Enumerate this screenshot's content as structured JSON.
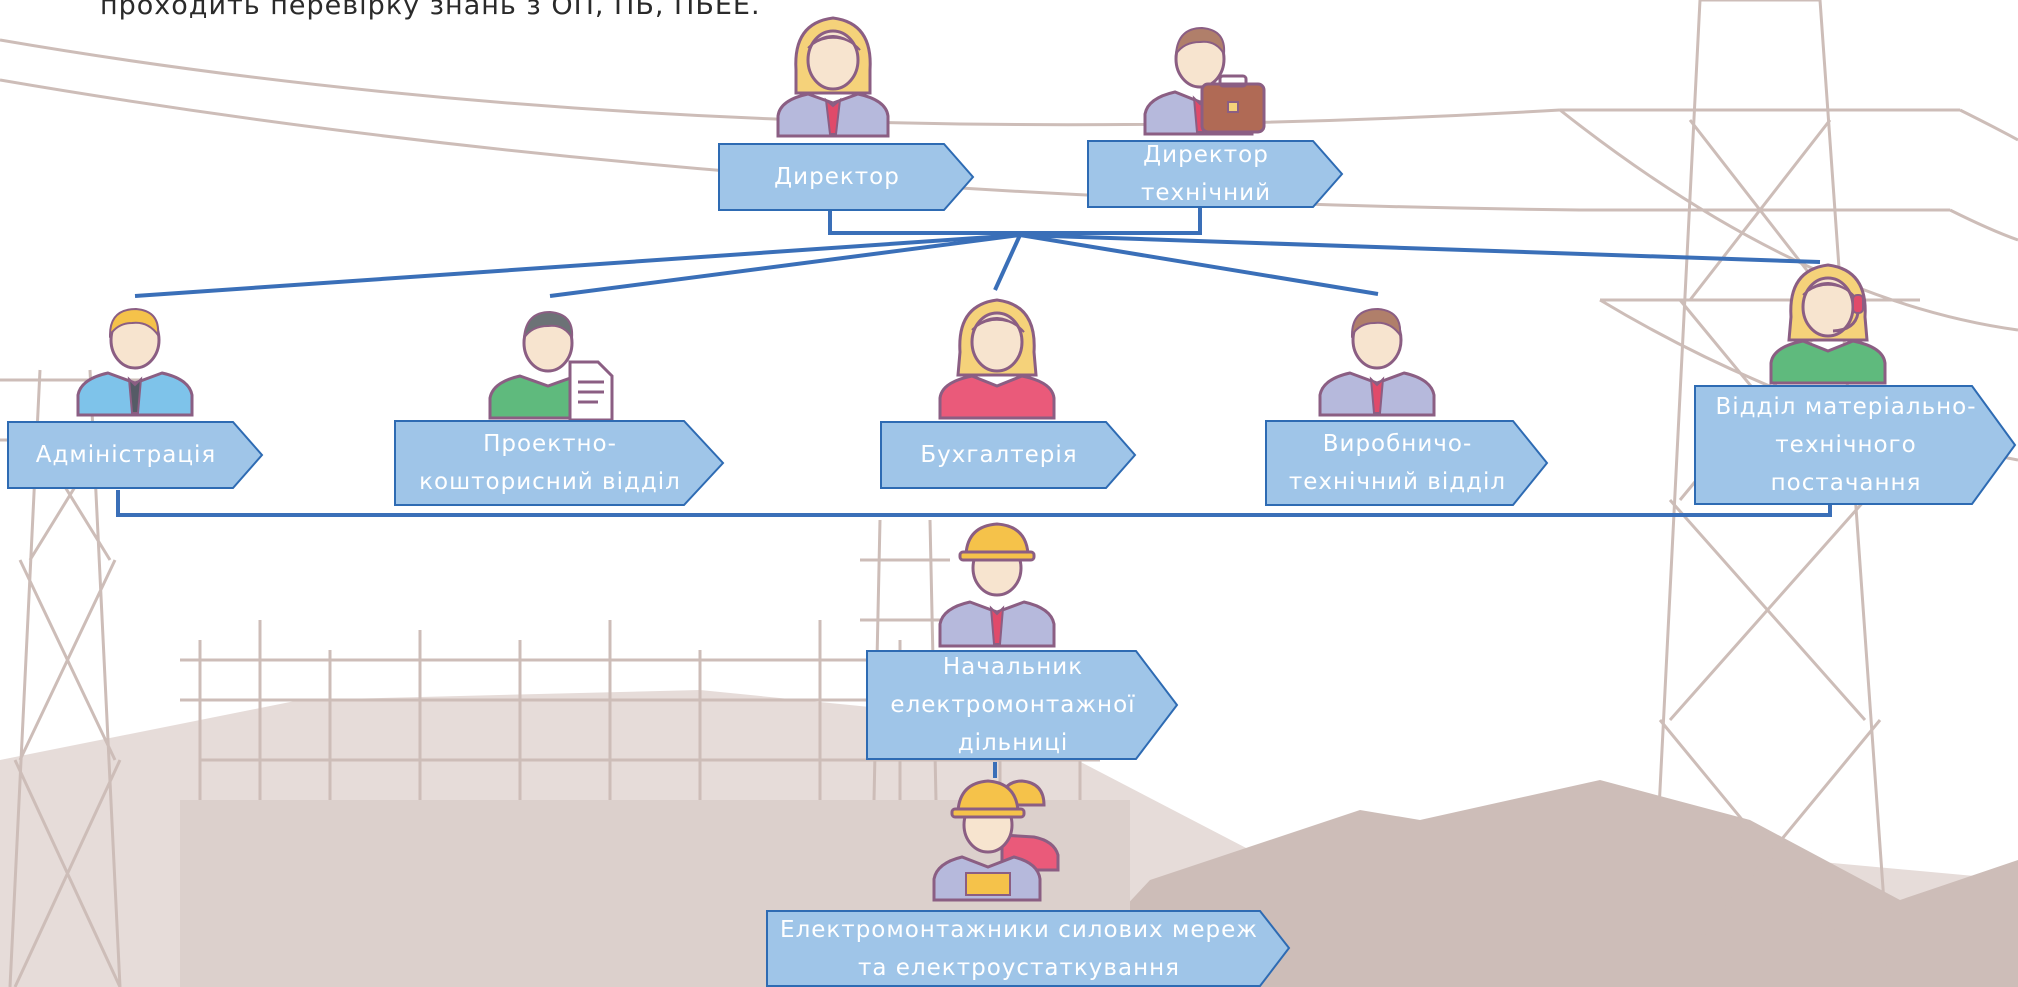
{
  "intro_text": "проходить перевірку знань з ОП, ПБ, ПБЕЕ.",
  "colors": {
    "box_fill": "#9fc5e8",
    "box_border": "#2e6bb3",
    "connector": "#3a6fb8",
    "background_silhouette": "#c9b6b0"
  },
  "nodes": [
    {
      "id": "director",
      "label": "Директор",
      "icon": "female-director-icon"
    },
    {
      "id": "tech-director",
      "label": "Директор\nтехнічний",
      "icon": "businessman-briefcase-icon"
    },
    {
      "id": "administration",
      "label": "Адміністрація",
      "icon": "male-tie-icon"
    },
    {
      "id": "estimate-dept",
      "label": "Проектно-\nкошторисний відділ",
      "icon": "man-document-icon"
    },
    {
      "id": "accounting",
      "label": "Бухгалтерія",
      "icon": "woman-icon"
    },
    {
      "id": "production-dept",
      "label": "Виробничо-\nтехнічний відділ",
      "icon": "businessman-icon"
    },
    {
      "id": "supply-dept",
      "label": "Відділ матеріально-\nтехнічного\nпостачання",
      "icon": "woman-headset-icon"
    },
    {
      "id": "site-chief",
      "label": "Начальник\nелектромонтажної\nдільниці",
      "icon": "foreman-hardhat-icon"
    },
    {
      "id": "electricians",
      "label": "Електромонтажники силових мереж\nта електроустаткування",
      "icon": "workers-hardhat-icon"
    }
  ]
}
